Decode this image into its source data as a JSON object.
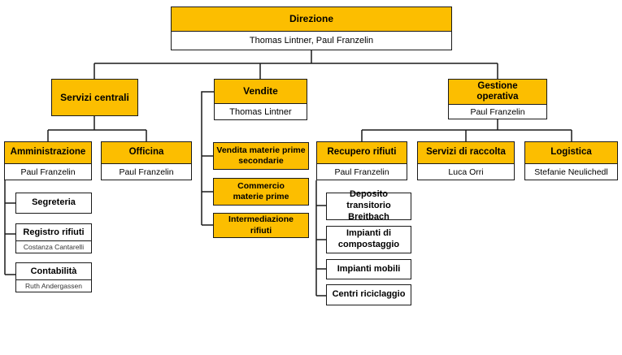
{
  "org": {
    "type": "org-chart",
    "colors": {
      "node_fill": "#FCBE00",
      "node_border": "#1A1A1A",
      "line": "#1A1A1A",
      "background": "#FFFFFF",
      "text": "#000000"
    },
    "nodes": {
      "direzione": {
        "title": "Direzione",
        "person": "Thomas Lintner, Paul Franzelin"
      },
      "servizi_centrali": {
        "title": "Servizi centrali"
      },
      "vendite": {
        "title": "Vendite",
        "person": "Thomas Lintner"
      },
      "gestione_operativa": {
        "title": "Gestione operativa",
        "person": "Paul Franzelin"
      },
      "amministrazione": {
        "title": "Amministrazione",
        "person": "Paul Franzelin"
      },
      "officina": {
        "title": "Officina",
        "person": "Paul Franzelin"
      },
      "segreteria": {
        "title": "Segreteria"
      },
      "registro_rifiuti": {
        "title": "Registro rifiuti",
        "person": "Costanza Cantarelli"
      },
      "contabilita": {
        "title": "Contabilità",
        "person": "Ruth Andergassen"
      },
      "vendita_materie_prime_secondarie": {
        "title": "Vendita materie prime secondarie"
      },
      "commercio_materie_prime": {
        "title": "Commercio materie prime"
      },
      "intermediazione_rifiuti": {
        "title": "Intermediazione rifiuti"
      },
      "recupero_rifiuti": {
        "title": "Recupero rifiuti",
        "person": "Paul Franzelin"
      },
      "servizi_di_raccolta": {
        "title": "Servizi di raccolta",
        "person": "Luca Orri"
      },
      "logistica": {
        "title": "Logistica",
        "person": "Stefanie Neulichedl"
      },
      "deposito_transitorio_breitbach": {
        "title": "Deposito transitorio Breitbach"
      },
      "impianti_di_compostaggio": {
        "title": "Impianti di compostaggio"
      },
      "impianti_mobili": {
        "title": "Impianti mobili"
      },
      "centri_riciclaggio": {
        "title": "Centri riciclaggio"
      }
    },
    "hierarchy": {
      "Direzione": [
        "Servizi centrali",
        "Vendite",
        "Gestione operativa"
      ],
      "Servizi centrali": [
        "Amministrazione",
        "Officina"
      ],
      "Amministrazione": [
        "Segreteria",
        "Registro rifiuti",
        "Contabilità"
      ],
      "Vendite": [
        "Vendita materie prime secondarie",
        "Commercio materie prime",
        "Intermediazione rifiuti"
      ],
      "Gestione operativa": [
        "Recupero rifiuti",
        "Servizi di raccolta",
        "Logistica"
      ],
      "Recupero rifiuti": [
        "Deposito transitorio Breitbach",
        "Impianti di compostaggio",
        "Impianti mobili",
        "Centri riciclaggio"
      ]
    }
  }
}
